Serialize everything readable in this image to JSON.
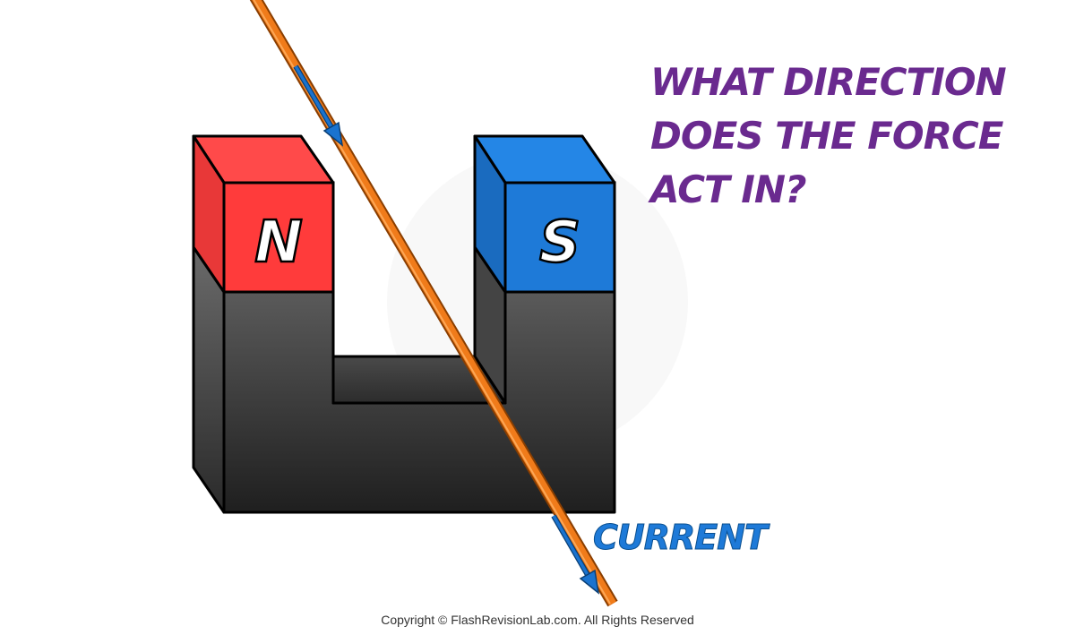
{
  "question": {
    "text": "What direction does the force act in?"
  },
  "magnet": {
    "north_label": "N",
    "south_label": "S"
  },
  "wire": {
    "label": "Current"
  },
  "footer": {
    "copyright": "Copyright © FlashRevisionLab.com. All Rights Reserved"
  },
  "colors": {
    "north": "#ff3b3b",
    "north_top": "#ff4a4a",
    "north_side": "#e33232",
    "south": "#1e7ad8",
    "south_top": "#2486e6",
    "south_side": "#1a6bbf",
    "magnet_body": "#3a3a3a",
    "wire": "#f07b1a",
    "arrow": "#1a73cf",
    "question_text": "#6a2a8f",
    "current_text": "#1e7ad8"
  },
  "icons": [
    "current-direction-arrow-icon",
    "watermark-logo-icon"
  ]
}
